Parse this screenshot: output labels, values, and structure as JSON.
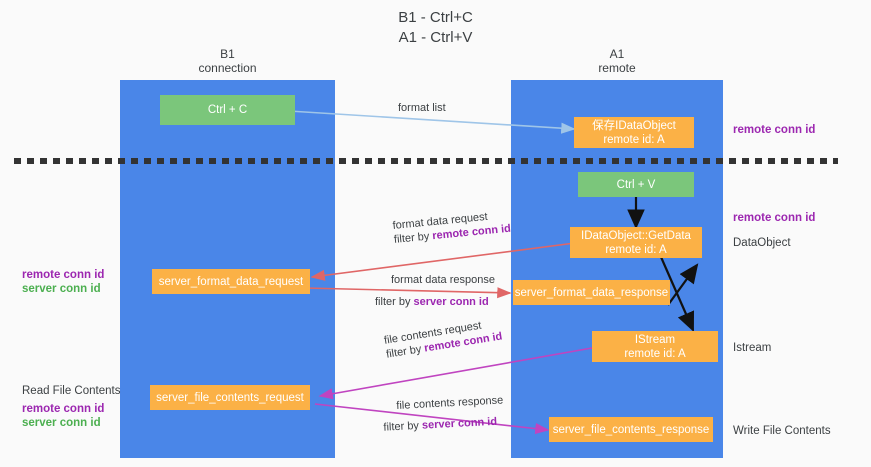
{
  "title": {
    "line1": "B1 - Ctrl+C",
    "line2": "A1 - Ctrl+V"
  },
  "columns": [
    {
      "id": "b1",
      "name": "B1",
      "role": "connection"
    },
    {
      "id": "a1",
      "name": "A1",
      "role": "remote"
    }
  ],
  "colors": {
    "lane": "#4a86e8",
    "green_node": "#7bc67b",
    "orange_node": "#fbb146",
    "purple_text": "#9c27b0",
    "green_text": "#4caf50",
    "red_arrow": "#e06666",
    "magenta_arrow": "#c council27b0",
    "blue_arrow": "#9fc5e8",
    "black_arrow": "#000000",
    "background": "#fafafa"
  },
  "nodes": {
    "ctrl_c": {
      "label": "Ctrl + C"
    },
    "save_idataobject": {
      "line1": "保存IDataObject",
      "line2": "remote id: A"
    },
    "ctrl_v": {
      "label": "Ctrl + V"
    },
    "getdata": {
      "line1": "IDataObject::GetData",
      "line2": "remote id: A"
    },
    "server_format_data_request": {
      "label": "server_format_data_request"
    },
    "server_format_data_response": {
      "label": "server_format_data_response"
    },
    "istream": {
      "line1": "IStream",
      "line2": "remote id: A"
    },
    "server_file_contents_request": {
      "label": "server_file_contents_request"
    },
    "server_file_contents_response": {
      "label": "server_file_contents_response"
    }
  },
  "edges": [
    {
      "id": "format-list",
      "label": "format list"
    },
    {
      "id": "format-data-request",
      "label": "format data request",
      "filter_prefix": "filter by ",
      "filter_key": "remote conn id"
    },
    {
      "id": "format-data-response",
      "label": "format data response",
      "filter_prefix": "filter by ",
      "filter_key": "server conn id"
    },
    {
      "id": "file-contents-request",
      "label": "file contents request",
      "filter_prefix": "filter by ",
      "filter_key": "remote conn id"
    },
    {
      "id": "file-contents-response",
      "label": "file contents response",
      "filter_prefix": "filter by ",
      "filter_key": "server conn id"
    }
  ],
  "annotations": {
    "right_remote_conn_id_top": "remote conn id",
    "right_remote_conn_id_mid": "remote conn id",
    "right_dataobject": "DataObject",
    "right_istream": "Istream",
    "right_write_file_contents": "Write File Contents",
    "left_remote_conn_id_mid": "remote conn id",
    "left_server_conn_id_mid": "server conn id",
    "left_read_file_contents": "Read File Contents",
    "left_remote_conn_id_bottom": "remote conn id",
    "left_server_conn_id_bottom": "server conn id"
  }
}
